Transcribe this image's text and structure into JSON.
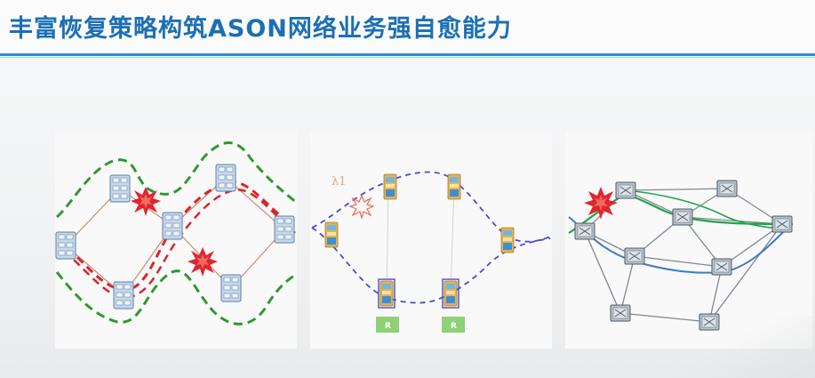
{
  "title": "丰富恢复策略构筑ASON网络业务强自愈能力",
  "diagram2": {
    "wavelength_label": "λ1",
    "r_label_left": "R",
    "r_label_right": "R"
  },
  "colors": {
    "title": "#1c6fb4",
    "accent_line": "#2a8fce",
    "protect_green": "#2e9a2e",
    "fault_red": "#d8262b",
    "wavelength_blue": "#4a4ad0",
    "restore_green": "#23a24d",
    "restore_blue": "#3a7bc8",
    "r_box": "#8fd078"
  },
  "icons": [
    "node-switch-icon",
    "fault-burst-icon",
    "oadm-node-icon"
  ]
}
